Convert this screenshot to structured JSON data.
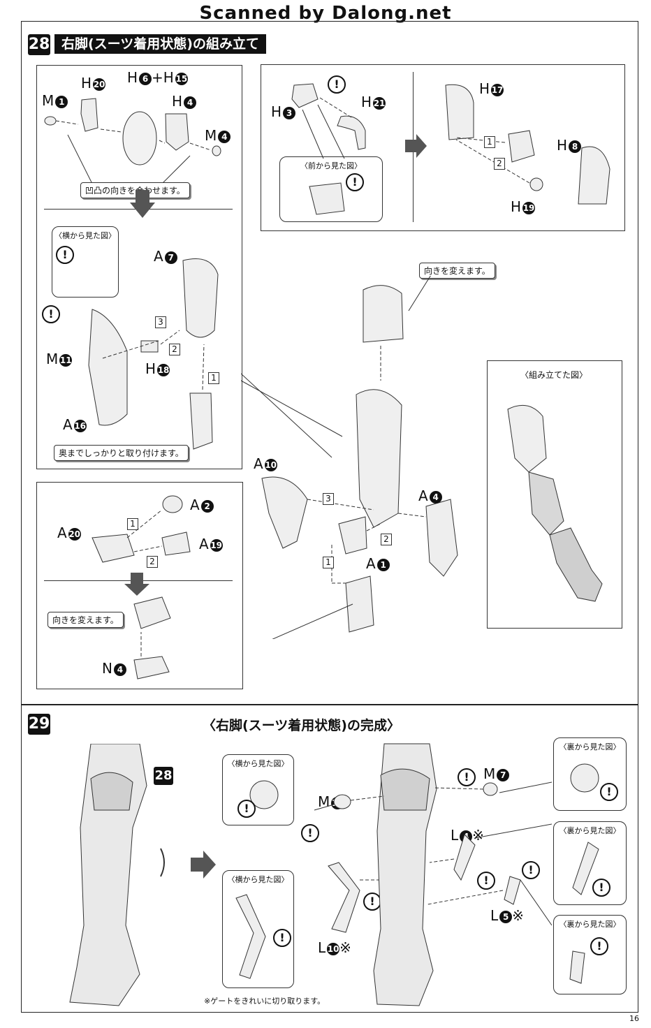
{
  "watermark": "Scanned by Dalong.net",
  "step28": {
    "number": "28",
    "title": "右脚(スーツ着用状態)の組み立て",
    "labels": {
      "m1": {
        "letter": "M",
        "num": "1"
      },
      "h20": {
        "letter": "H",
        "num": "20"
      },
      "h6h15": {
        "letter": "H",
        "num": "6",
        "plus": "+H",
        "num2": "15"
      },
      "h4": {
        "letter": "H",
        "num": "4"
      },
      "m4": {
        "letter": "M",
        "num": "4"
      },
      "h3": {
        "letter": "H",
        "num": "3"
      },
      "h21": {
        "letter": "H",
        "num": "21"
      },
      "h17": {
        "letter": "H",
        "num": "17"
      },
      "h8": {
        "letter": "H",
        "num": "8"
      },
      "h19": {
        "letter": "H",
        "num": "19"
      },
      "a7": {
        "letter": "A",
        "num": "7"
      },
      "m11": {
        "letter": "M",
        "num": "11"
      },
      "h18": {
        "letter": "H",
        "num": "18"
      },
      "a16": {
        "letter": "A",
        "num": "16"
      },
      "a10": {
        "letter": "A",
        "num": "10"
      },
      "a4": {
        "letter": "A",
        "num": "4"
      },
      "a1": {
        "letter": "A",
        "num": "1"
      },
      "a2": {
        "letter": "A",
        "num": "2"
      },
      "a20": {
        "letter": "A",
        "num": "20"
      },
      "a19": {
        "letter": "A",
        "num": "19"
      },
      "n4": {
        "letter": "N",
        "num": "4"
      }
    },
    "notes": {
      "align": "凹凸の向きを合わせます。",
      "side_view": "〈横から見た図〉",
      "front_view": "〈前から見た図〉",
      "turn1": "向きを変えます。",
      "push": "奥までしっかりと取り付けます。",
      "assembled": "〈組み立てた図〉",
      "turn2": "向きを変えます。"
    },
    "steps": [
      "1",
      "2",
      "3"
    ]
  },
  "step29": {
    "number": "29",
    "title": "〈右脚(スーツ着用状態)の完成〉",
    "ref": "28",
    "labels": {
      "m7": {
        "letter": "M",
        "num": "7"
      },
      "m10": {
        "letter": "M",
        "num": "10"
      },
      "l4": {
        "letter": "L",
        "num": "4",
        "mark": "※"
      },
      "l5": {
        "letter": "L",
        "num": "5",
        "mark": "※"
      },
      "l10": {
        "letter": "L",
        "num": "10",
        "mark": "※"
      }
    },
    "views": {
      "side1": "〈横から見た図〉",
      "side2": "〈横から見た図〉",
      "back1": "〈裏から見た図〉",
      "back2": "〈裏から見た図〉",
      "back3": "〈裏から見た図〉"
    },
    "footnote": "※ゲートをきれいに切り取ります。"
  },
  "warning_mark": "!",
  "page_number": "16"
}
